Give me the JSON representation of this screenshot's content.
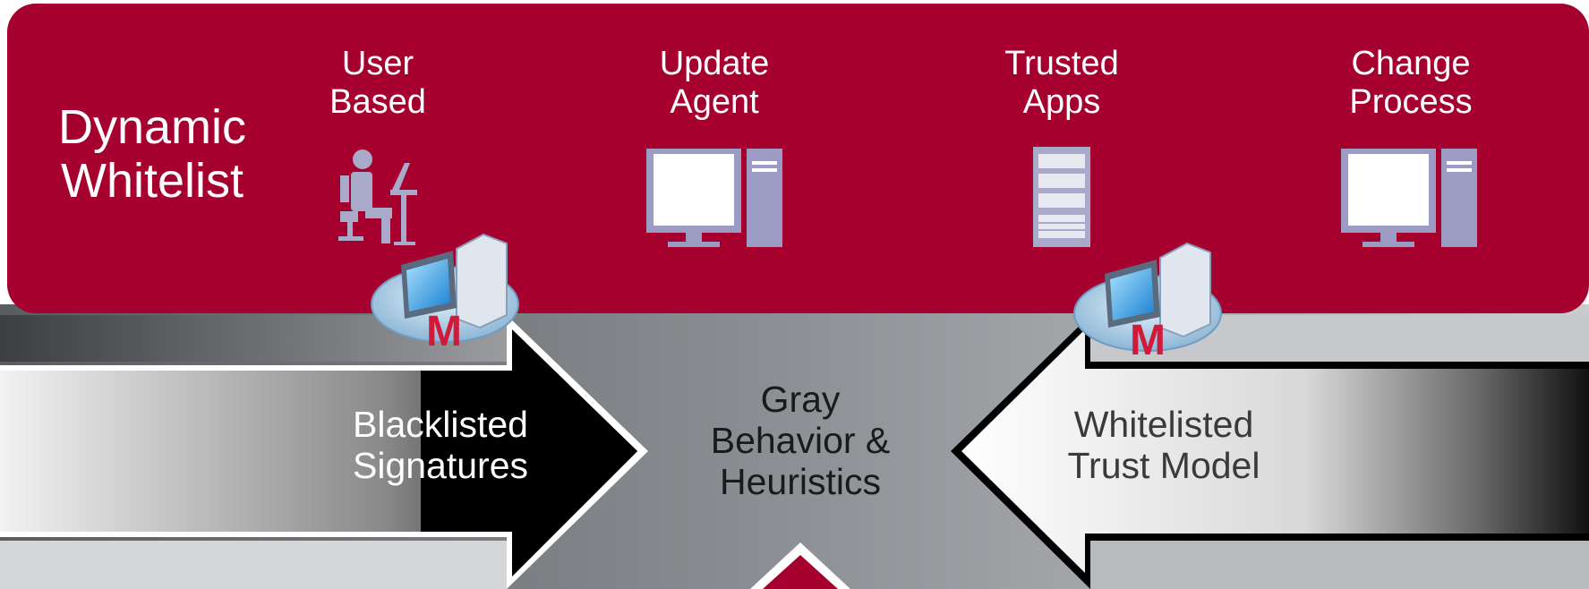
{
  "banner": {
    "title_line1": "Dynamic",
    "title_line2": "Whitelist",
    "background_color": "#A6002F",
    "items": [
      {
        "line1": "User",
        "line2": "Based",
        "icon": "person-at-desk-icon"
      },
      {
        "line1": "Update",
        "line2": "Agent",
        "icon": "desktop-computer-icon"
      },
      {
        "line1": "Trusted",
        "line2": "Apps",
        "icon": "server-rack-icon"
      },
      {
        "line1": "Change",
        "line2": "Process",
        "icon": "desktop-computer-icon"
      }
    ]
  },
  "arrows": {
    "left": {
      "line1": "Blacklisted",
      "line2": "Signatures"
    },
    "right": {
      "line1": "Whitelisted",
      "line2": "Trust Model"
    }
  },
  "center": {
    "line1": "Gray",
    "line2": "Behavior &",
    "line3": "Heuristics"
  },
  "badges": [
    {
      "icon": "mcafee-server-icon",
      "label": "M"
    },
    {
      "icon": "mcafee-server-icon",
      "label": "M"
    }
  ],
  "colors": {
    "brand_red": "#A6002F",
    "icon_lavender": "#9B9BC4",
    "black": "#000000"
  }
}
